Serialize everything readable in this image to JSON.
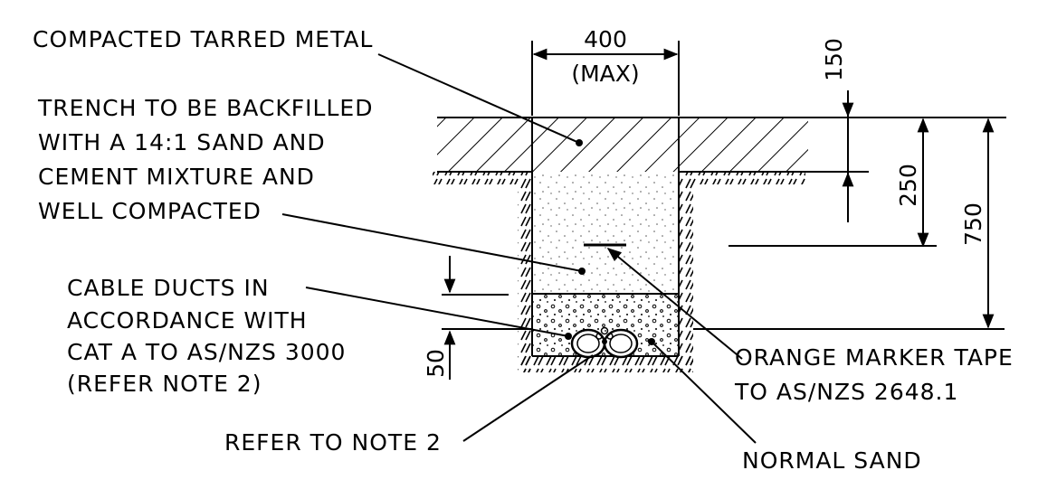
{
  "labels": {
    "tarred_metal": "COMPACTED TARRED METAL",
    "trench_line1": "TRENCH TO BE BACKFILLED",
    "trench_line2": "WITH A 14:1 SAND AND",
    "trench_line3": "CEMENT MIXTURE AND",
    "trench_line4": "WELL COMPACTED",
    "ducts_line1": "CABLE DUCTS IN",
    "ducts_line2": "ACCORDANCE WITH",
    "ducts_line3": "CAT A TO AS/NZS 3000",
    "ducts_line4": "(REFER NOTE 2)",
    "refer_note": "REFER TO NOTE 2",
    "marker_line1": "ORANGE MARKER TAPE",
    "marker_line2": "TO AS/NZS 2648.1",
    "normal_sand": "NORMAL SAND"
  },
  "dimensions": {
    "width_value": "400",
    "width_note": "(MAX)",
    "top": "150",
    "surface": "250",
    "depth": "750",
    "bedding": "50"
  }
}
